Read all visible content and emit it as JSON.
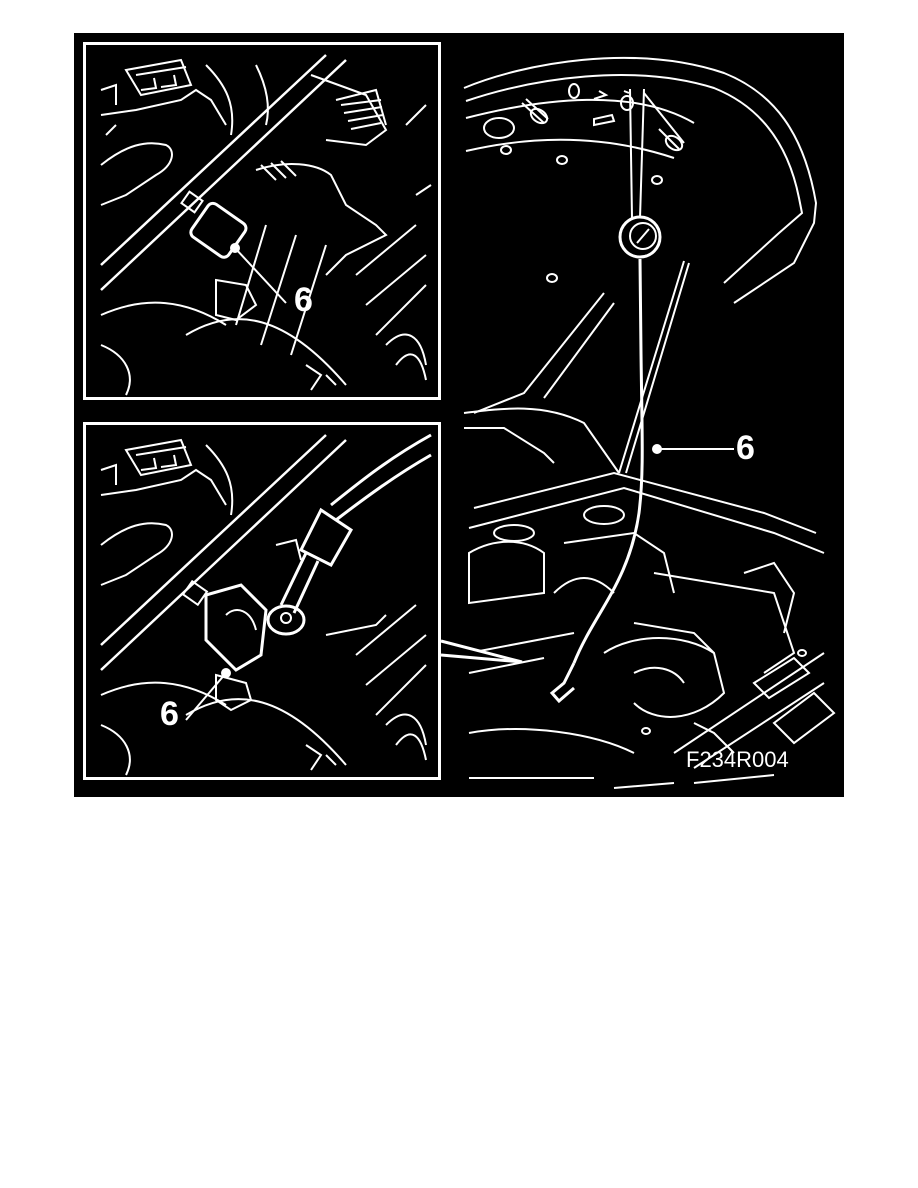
{
  "figure": {
    "code": "F234R004",
    "background": "#000000",
    "line_color": "#ffffff"
  },
  "insets": {
    "top": {
      "callout": "6",
      "description": "fitting location without gauge"
    },
    "bottom": {
      "callout": "6",
      "description": "gauge hose connected to fitting"
    }
  },
  "main_view": {
    "callout": "6",
    "description": "pressure gauge hung from open hood, hose routed to engine bay"
  }
}
